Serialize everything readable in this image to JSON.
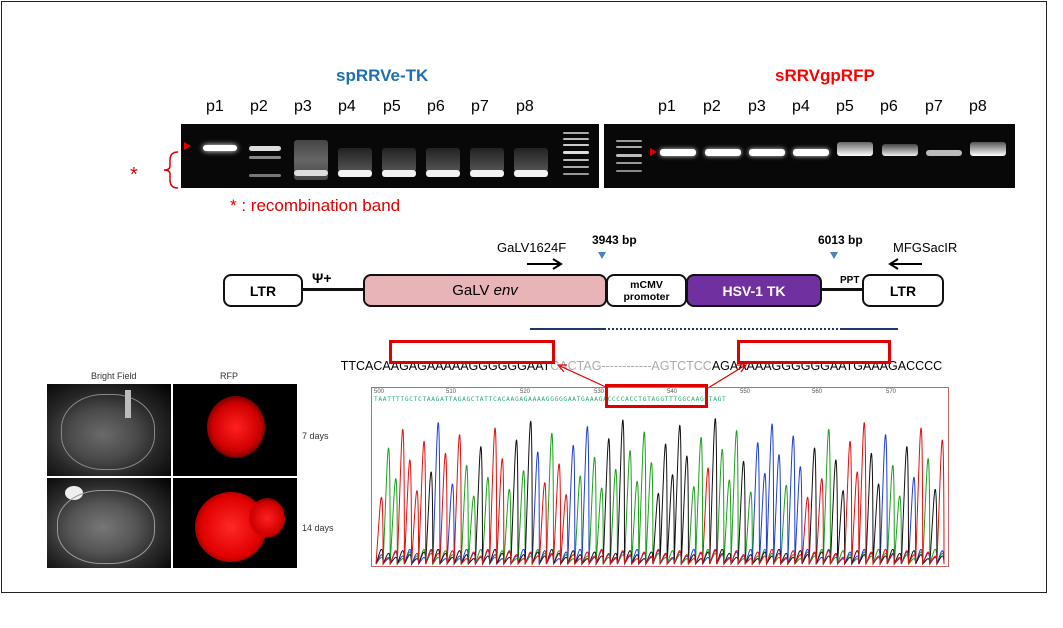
{
  "gel": {
    "left_title": "spRRVe-TK",
    "right_title": "sRRVgpRFP",
    "lanes": [
      "p1",
      "p2",
      "p3",
      "p4",
      "p5",
      "p6",
      "p7",
      "p8"
    ],
    "asterisk": "*",
    "legend": "* : recombination band",
    "colors": {
      "left_title": "#1f6fb2",
      "right_title": "#ff0000",
      "marker": "#e00000"
    }
  },
  "vector": {
    "primer_f": "GaLV1624F",
    "primer_r": "MFGSacIR",
    "pos1": "3943 bp",
    "pos2": "6013 bp",
    "psi": "Ψ+",
    "ltr_left": "LTR",
    "env_prefix": "GaLV ",
    "env_italic": "env",
    "mcmv": "mCMV promoter",
    "tk": "HSV-1 TK",
    "ppt": "PPT",
    "ltr_right": "LTR",
    "colors": {
      "env": "#e8b4b8",
      "tk": "#7030a0"
    }
  },
  "sequence": {
    "s1": "TTCACAAG",
    "s2": "AGAAAAAGGGGGGAAT",
    "s3": "CACTAG",
    "s4": "------------",
    "s5": "AGTCTCC",
    "s6": "AGAAAAAGGGGGGAATG",
    "s7": "AAAGACCCC"
  },
  "chromatogram": {
    "positions": [
      "500",
      "510",
      "520",
      "530",
      "540",
      "550",
      "560",
      "570"
    ],
    "bases": "TAATTTTGCTCTAAGATTAGAGCTATTCACAAGAGAAAAGGGGGAATGAAAGACCCCACCTGTAGGTTTGGCAAGCTAGT"
  },
  "microscopy": {
    "col1": "Bright Field",
    "col2": "RFP",
    "row1": "7 days",
    "row2": "14 days"
  }
}
